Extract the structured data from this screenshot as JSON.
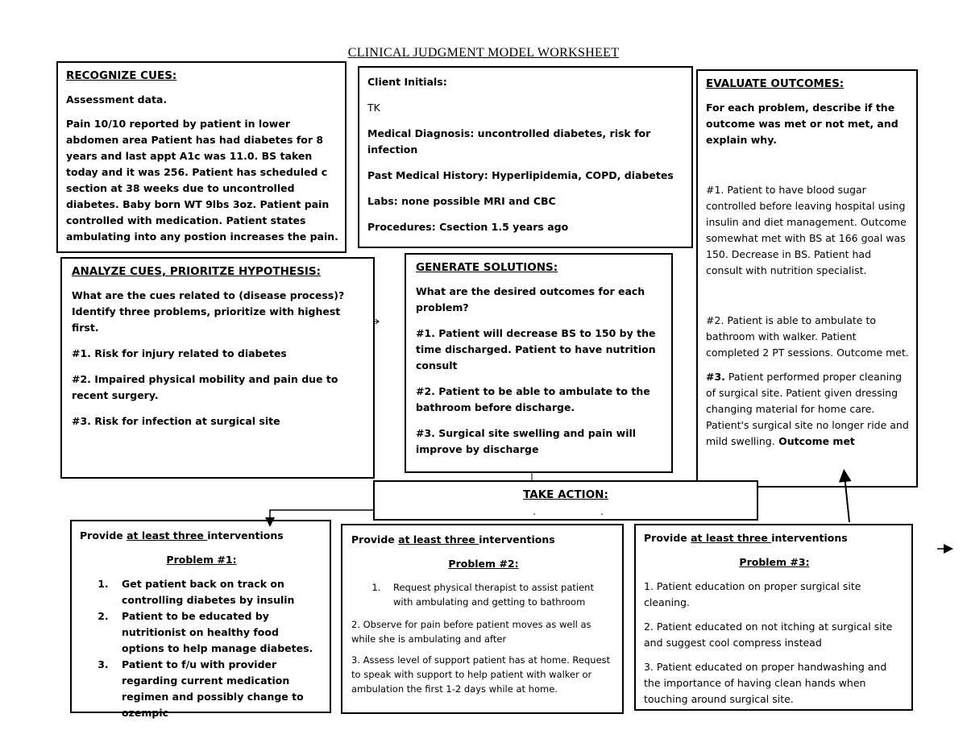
{
  "title": "CLINICAL JUDGMENT MODEL WORKSHEET",
  "recognize": {
    "heading": "RECOGNIZE CUES:",
    "subheading": "Assessment data.",
    "body": "Pain 10/10 reported by patient in lower abdomen area Patient has had diabetes for 8 years and last appt A1c was 11.0. BS taken today and it was 256. Patient has scheduled c section at 38 weeks due to uncontrolled diabetes. Baby born WT 9lbs 3oz. Patient pain controlled with medication. Patient states ambulating into any postion increases the pain."
  },
  "client": {
    "initials_label": "Client Initials:",
    "initials": "TK",
    "diagnosis": "Medical Diagnosis: uncontrolled diabetes, risk for infection",
    "history": "Past Medical History: Hyperlipidemia, COPD, diabetes",
    "labs": "Labs: none possible MRI and CBC",
    "procedures": "Procedures: Csection 1.5 years ago"
  },
  "evaluate": {
    "heading": "EVALUATE OUTCOMES:",
    "prompt": "For each problem, describe if the outcome was met or not met, and explain why.",
    "o1": "#1. Patient to have blood sugar controlled before leaving hospital using insulin and diet management. Outcome somewhat met with BS at 166 goal was 150. Decrease in BS. Patient had consult with nutrition specialist.",
    "o2": "#2. Patient is able to ambulate to bathroom with walker. Patient completed 2 PT sessions. Outcome met.",
    "o3_prefix": "#3.",
    "o3_body": " Patient performed proper cleaning of surgical site. Patient given dressing changing material for home care. Patient's surgical site no longer ride and mild swelling.",
    "o3_met": " Outcome met"
  },
  "analyze": {
    "heading": "ANALYZE CUES, PRIORITZE HYPOTHESIS:",
    "prompt": "What are the cues related to (disease process)? Identify three problems, prioritize with highest first.",
    "p1": "#1. Risk for injury related to diabetes",
    "p2": "#2.  Impaired physical mobility and pain due to recent surgery.",
    "p3": "#3. Risk for infection at surgical site"
  },
  "generate": {
    "heading": "GENERATE SOLUTIONS:",
    "prompt": "What are the desired outcomes for each problem?",
    "g1": "#1. Patient will decrease BS to 150 by the time discharged. Patient to have nutrition consult",
    "g2": "#2. Patient to be able to ambulate to the bathroom before discharge.",
    "g3": "#3. Surgical site swelling and pain will improve by discharge"
  },
  "action": {
    "heading": "TAKE ACTION:"
  },
  "interventions": {
    "provide_pre": "Provide ",
    "provide_u": "at least three ",
    "provide_post": "interventions",
    "problem1": {
      "heading": "Problem #1:",
      "items": [
        "Get patient back on track on controlling diabetes by insulin",
        "Patient to be educated by nutritionist on healthy food options to help manage diabetes.",
        "Patient to f/u with provider regarding current medication regimen and possibly change to ozempic"
      ]
    },
    "problem2": {
      "heading": "Problem #2:",
      "item1": "Request physical therapist to assist patient with ambulating and getting to bathroom",
      "item2": "2. Observe for pain before patient moves as well as while she is ambulating and after",
      "item3": "3. Assess level of support patient has at home. Request to speak with support to help patient with walker or ambulation the first 1-2 days while at home."
    },
    "problem3": {
      "heading": "Problem #3:",
      "item1": "1. Patient education on proper surgical site cleaning.",
      "item2": "2. Patient educated on not itching at surgical site and suggest cool compress instead",
      "item3": "3.  Patient educated on proper handwashing and the importance of having clean hands when touching around surgical site."
    }
  }
}
